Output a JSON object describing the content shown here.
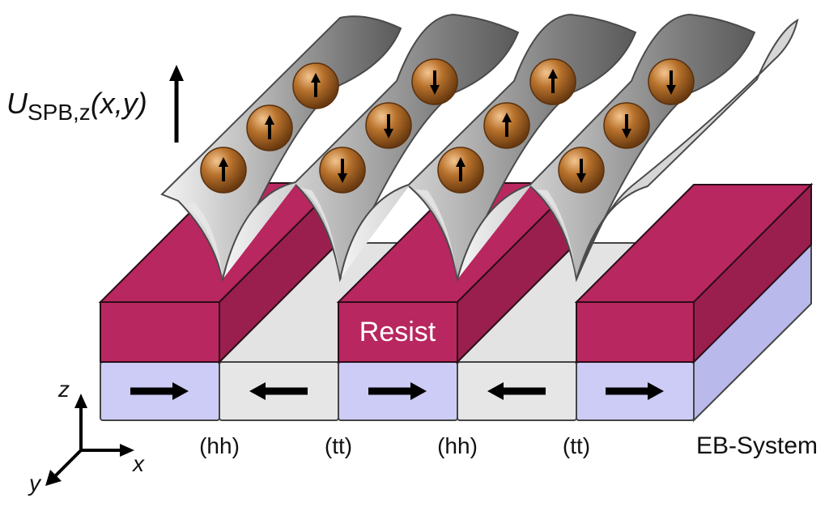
{
  "potential_label": {
    "symbol": "U",
    "subscript": "SPB,z",
    "args": "(x,y)"
  },
  "resist_label": "Resist",
  "domain_walls": [
    "(hh)",
    "(tt)",
    "(hh)",
    "(tt)"
  ],
  "system_label": "EB-System",
  "axes": {
    "z": "z",
    "x": "x",
    "y": "y"
  },
  "magnetization": [
    "right",
    "left",
    "right",
    "left",
    "right"
  ],
  "particle_spins": [
    [
      "up",
      "up",
      "up"
    ],
    [
      "down",
      "down",
      "down"
    ],
    [
      "up",
      "up",
      "up"
    ],
    [
      "down",
      "down",
      "down"
    ]
  ],
  "colors": {
    "resist": "#b8275f",
    "resist_dark": "#9a1f4f",
    "eb_blue": "#ccccf6",
    "eb_gray": "#e6e6e6",
    "trough": "#9c9c9c",
    "particle": "#a1611f"
  }
}
